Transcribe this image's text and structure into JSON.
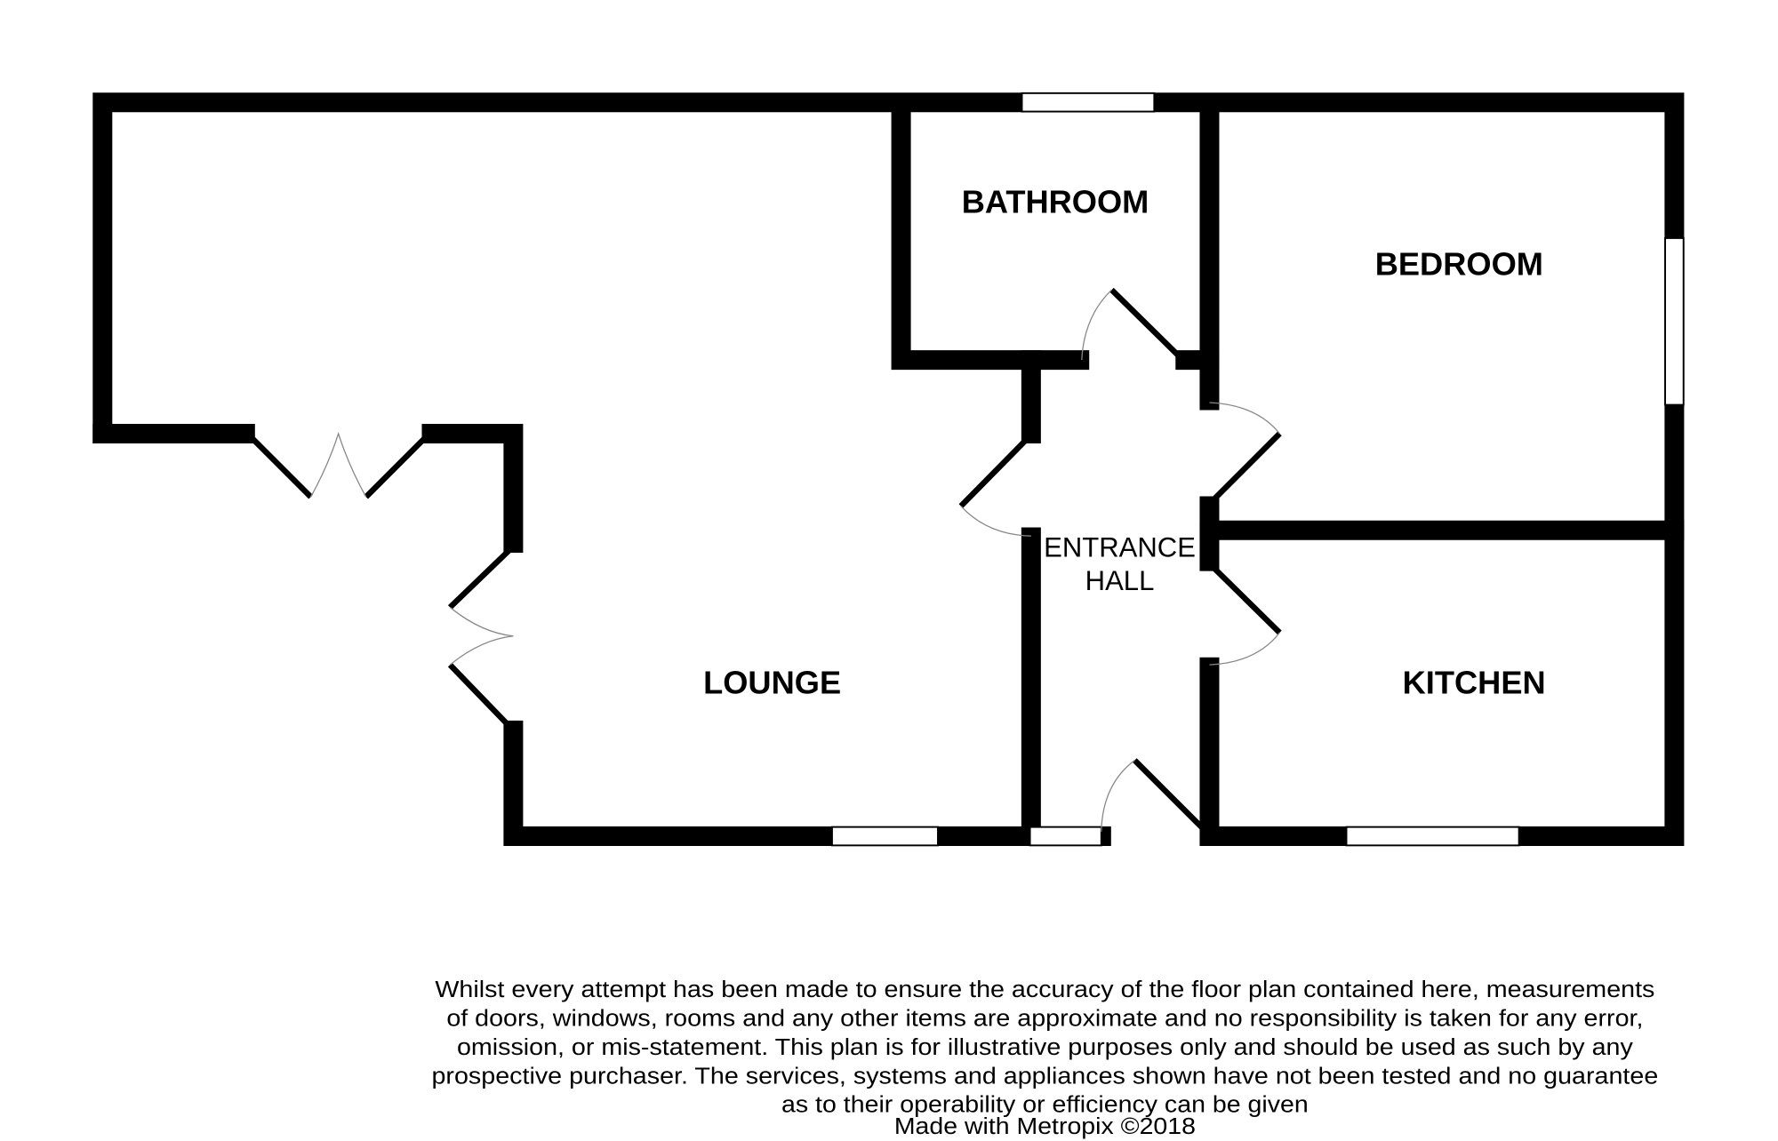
{
  "rooms": {
    "bathroom": "BATHROOM",
    "bedroom": "BEDROOM",
    "entrance_line1": "ENTRANCE",
    "entrance_line2": "HALL",
    "lounge": "LOUNGE",
    "kitchen": "KITCHEN"
  },
  "disclaimer": {
    "lines": [
      "Whilst every attempt has been made to ensure the accuracy of the floor plan contained here, measurements",
      "of doors, windows, rooms and any other items are approximate and no responsibility is taken for any error,",
      "omission, or mis-statement. This plan is for illustrative purposes only and should be used as such by any",
      "prospective purchaser. The services, systems and appliances shown have not been tested and no guarantee",
      "as to their operability or efficiency can be given"
    ],
    "credit": "Made with Metropix ©2018"
  }
}
